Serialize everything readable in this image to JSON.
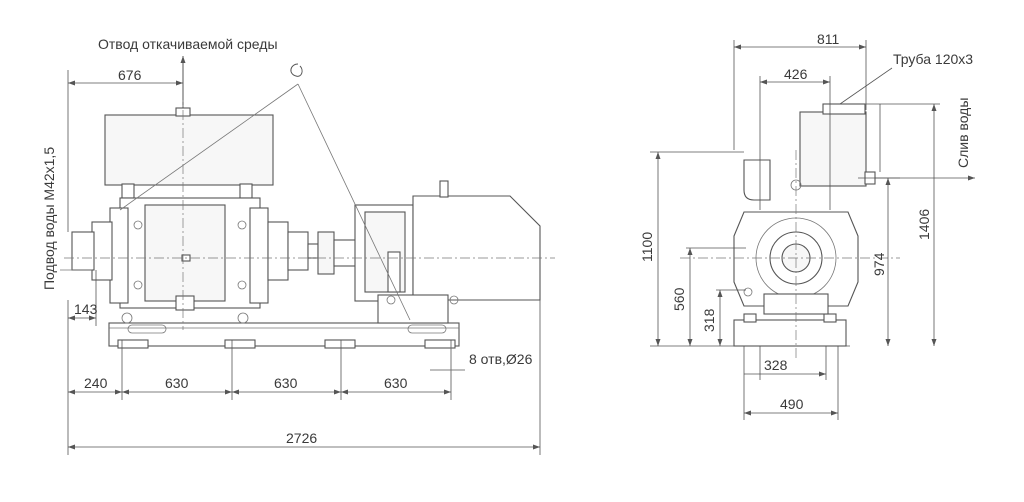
{
  "labels": {
    "discharge": "Отвод откачиваемой среды",
    "water_inlet": "Подвод воды М42х1,5",
    "water_drain": "Слив воды",
    "pipe": "Труба 120х3",
    "holes": "8 отв,Ø26"
  },
  "front_dims": {
    "d676": "676",
    "d143": "143",
    "d240": "240",
    "d630a": "630",
    "d630b": "630",
    "d630c": "630",
    "d2726": "2726"
  },
  "side_dims": {
    "d811": "811",
    "d426": "426",
    "d1100": "1100",
    "d560": "560",
    "d318": "318",
    "d974": "974",
    "d1406": "1406",
    "d328": "328",
    "d490": "490"
  }
}
